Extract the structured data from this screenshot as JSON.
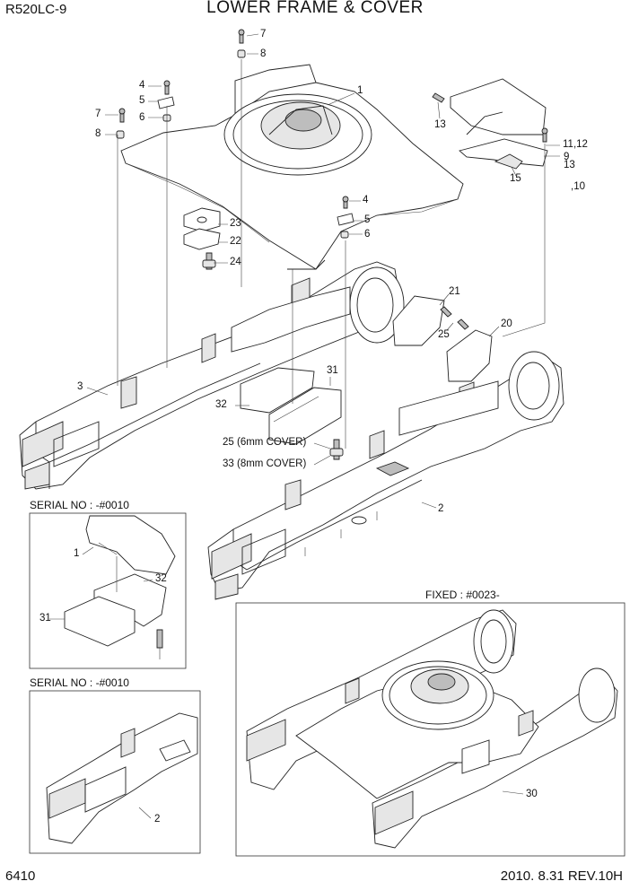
{
  "header": {
    "model": "R520LC-9",
    "title": "LOWER FRAME & COVER"
  },
  "footer": {
    "page_number": "6410",
    "revision": "2010. 8.31  REV.10H"
  },
  "callouts": {
    "c1": "1",
    "c2": "2",
    "c3": "3",
    "c4a": "4",
    "c4b": "4",
    "c5a": "5",
    "c5b": "5",
    "c6a": "6",
    "c6b": "6",
    "c7a": "7",
    "c7b": "7",
    "c8a": "8",
    "c8b": "8",
    "c9": "9",
    "c10": ",10",
    "c11_12": "11,12",
    "c13a": "13",
    "c13b": "13",
    "c15": "15",
    "c20": "20",
    "c21": "21",
    "c22": "22",
    "c23": "23",
    "c24": "24",
    "c25": "25",
    "c25_cover": "25 (6mm COVER)",
    "c31": "31",
    "c32": "32",
    "c33_cover": "33 (8mm COVER)",
    "inset1_c1": "1",
    "inset1_c31": "31",
    "inset1_c32": "32",
    "inset2_c2": "2",
    "inset3_c30": "30"
  },
  "sections": {
    "inset1_label": "SERIAL NO : -#0010",
    "inset2_label": "SERIAL NO : -#0010",
    "inset3_label": "FIXED : #0023-"
  }
}
